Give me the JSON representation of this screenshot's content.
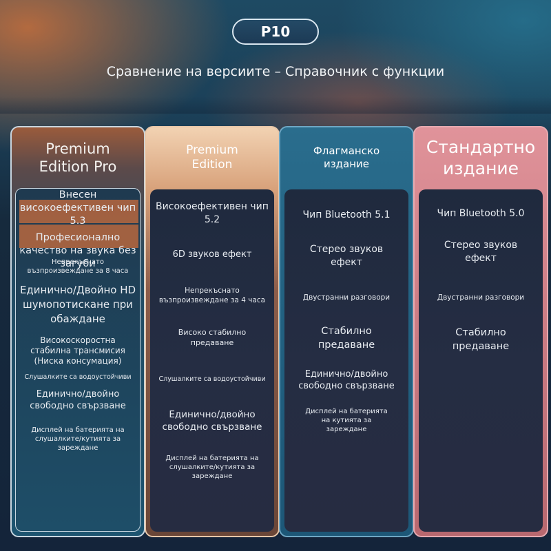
{
  "header": {
    "badge": "P10",
    "subtitle": "Сравнение на версиите – Справочник с функции"
  },
  "columns": [
    {
      "title": "Premium Edition Pro",
      "features": [
        "Внесен високоефективен чип 5.3",
        "Професионално качество на звука без загуби",
        "Непрекъснато възпроизвеждане за 8 часа",
        "Единично/Двойно HD шумопотискане при обаждане",
        "Високоскоростна стабилна трансмисия (Ниска консумация)",
        "Слушалките са водоустойчиви",
        "Единично/двойно свободно свързване",
        "Дисплей на батерията на слушалките/кутията за зареждане"
      ]
    },
    {
      "title": "Premium Edition",
      "features": [
        "Високоефективен чип 5.2",
        "6D звуков ефект",
        "Непрекъснато възпроизвеждане за 4 часа",
        "Високо стабилно предаване",
        "Слушалките са водоустойчиви",
        "Единично/двойно свободно свързване",
        "Дисплей на батерията на слушалките/кутията за зареждане"
      ]
    },
    {
      "title": "Флагманско издание",
      "features": [
        "Чип Bluetooth 5.1",
        "Стерео звуков ефект",
        "Двустранни разговори",
        "Стабилно предаване",
        "Единично/двойно свободно свързване",
        "Дисплей на батерията на кутията за зареждане"
      ]
    },
    {
      "title": "Стандартно издание",
      "features": [
        "Чип Bluetooth 5.0",
        "Стерео звуков ефект",
        "Двустранни разговори",
        "Стабилно предаване"
      ]
    }
  ]
}
